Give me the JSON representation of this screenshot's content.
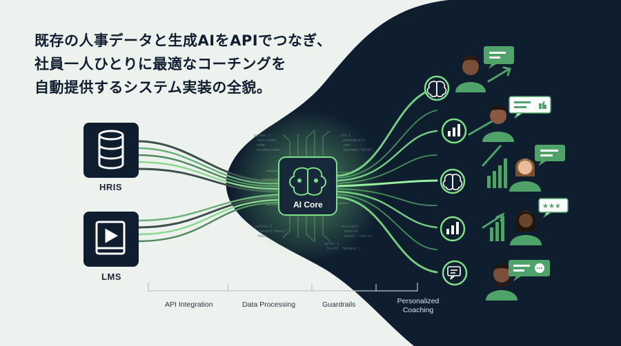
{
  "headline": {
    "line1": "既存の人事データと生成AIをAPIでつなぎ、",
    "line2": "社員一人ひとりに最適なコーチングを",
    "line3": "自動提供するシステム実装の全貌。"
  },
  "sources": [
    {
      "label": "HRIS",
      "icon": "database-icon"
    },
    {
      "label": "LMS",
      "icon": "book-play-icon"
    }
  ],
  "core": {
    "label": "AI Core",
    "icon": "brain-icon"
  },
  "stages": [
    {
      "label": "API Integration"
    },
    {
      "label": "Data Processing"
    },
    {
      "label": "Guardrails"
    },
    {
      "label": "Personalized Coaching"
    }
  ],
  "outputs": [
    {
      "node_icon": "brain-icon",
      "person": "woman-avatar",
      "bubble": "chat-lines"
    },
    {
      "node_icon": "bar-chart-icon",
      "person": "man-avatar",
      "bubble": "thumbs-up-lines"
    },
    {
      "node_icon": "brain-icon",
      "person": "woman-avatar",
      "bubble": "chat-lines"
    },
    {
      "node_icon": "bar-chart-icon",
      "person": "woman-avatar",
      "bubble": "star-rating"
    },
    {
      "node_icon": "chat-icon",
      "person": "man-avatar",
      "bubble": "chat-dots"
    }
  ],
  "colors": {
    "dark_panel": "#0f1e2f",
    "accent_green": "#7fe08a",
    "node_green": "#4fa36a",
    "light_bg": "#eef2ef"
  }
}
